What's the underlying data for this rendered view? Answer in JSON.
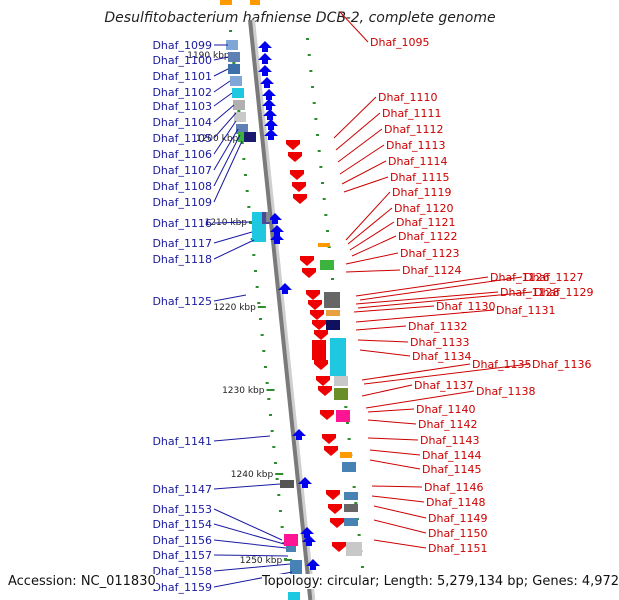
{
  "title": "Desulfitobacterium hafniense DCB-2, complete genome",
  "footer": {
    "accession": "Accession: NC_011830",
    "topology": "Topology: circular; Length: 5,279,134 bp; Genes: 4,972"
  },
  "colors": {
    "forward_strand": "#0000ee",
    "reverse_strand": "#ee0000",
    "label_blue": "#1a1aa0",
    "label_red": "#cc0000"
  },
  "scale_labels": [
    "1190 kbp",
    "1200 kbp",
    "1210 kbp",
    "1220 kbp",
    "1230 kbp",
    "1240 kbp",
    "1250 kbp"
  ],
  "left_labels": [
    "Dhaf_1099",
    "Dhaf_1100",
    "Dhaf_1101",
    "Dhaf_1102",
    "Dhaf_1103",
    "Dhaf_1104",
    "Dhaf_1105",
    "Dhaf_1106",
    "Dhaf_1107",
    "Dhaf_1108",
    "Dhaf_1109",
    "Dhaf_1116",
    "Dhaf_1117",
    "Dhaf_1118",
    "Dhaf_1125",
    "Dhaf_1141",
    "Dhaf_1147",
    "Dhaf_1153",
    "Dhaf_1154",
    "Dhaf_1156",
    "Dhaf_1157",
    "Dhaf_1158",
    "Dhaf_1159"
  ],
  "right_labels": [
    "Dhaf_1095",
    "Dhaf_1110",
    "Dhaf_1111",
    "Dhaf_1112",
    "Dhaf_1113",
    "Dhaf_1114",
    "Dhaf_1115",
    "Dhaf_1119",
    "Dhaf_1120",
    "Dhaf_1121",
    "Dhaf_1122",
    "Dhaf_1123",
    "Dhaf_1124",
    "Dhaf_1126",
    "Dhaf_1127",
    "Dhaf_1128",
    "Dhaf_1129",
    "Dhaf_1130",
    "Dhaf_1131",
    "Dhaf_1132",
    "Dhaf_1133",
    "Dhaf_1134",
    "Dhaf_1135",
    "Dhaf_1136",
    "Dhaf_1137",
    "Dhaf_1138",
    "Dhaf_1140",
    "Dhaf_1142",
    "Dhaf_1143",
    "Dhaf_1144",
    "Dhaf_1145",
    "Dhaf_1146",
    "Dhaf_1148",
    "Dhaf_1149",
    "Dhaf_1150",
    "Dhaf_1151"
  ]
}
